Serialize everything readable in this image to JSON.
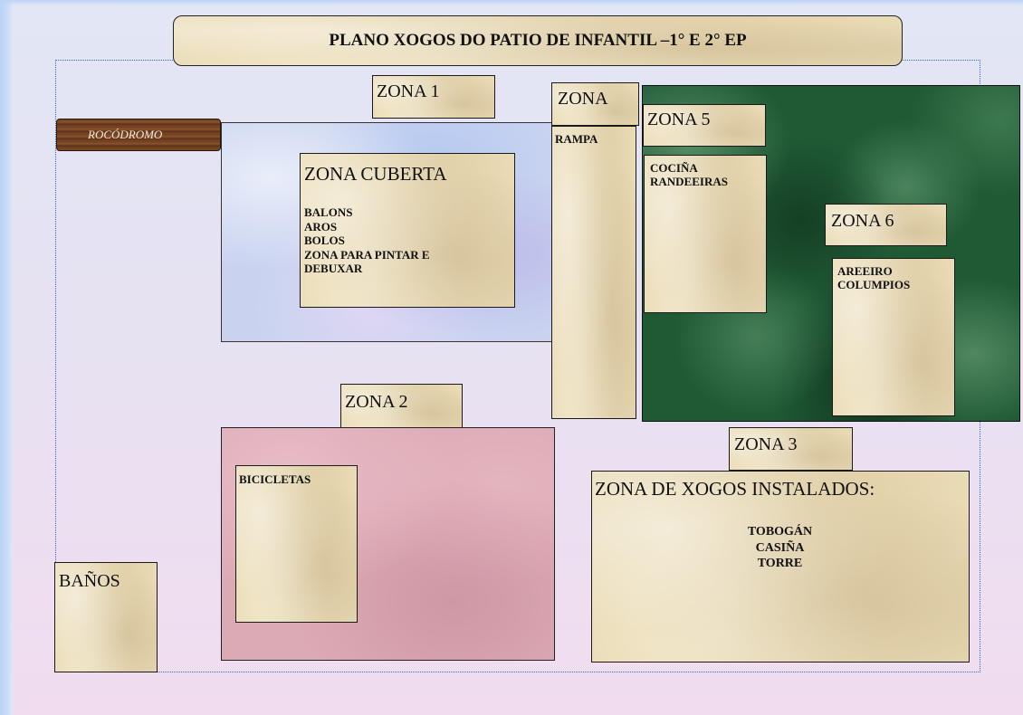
{
  "title": "PLANO XOGOS DO PATIO DE INFANTIL –1° E 2° EP",
  "rocodromo": "ROCÓDROMO",
  "zones": {
    "zona1": "ZONA 1",
    "zona_rampa_tab": "ZONA",
    "rampa": "RAMPA",
    "zona5": "ZONA 5",
    "zona6": "ZONA 6",
    "zona2": "ZONA 2",
    "zona3": "ZONA 3"
  },
  "cuberta": {
    "title": "ZONA CUBERTA",
    "items": [
      "BALONS",
      "AROS",
      "BOLOS",
      "ZONA PARA PINTAR E",
      "DEBUXAR"
    ]
  },
  "zona5_items": [
    "COCIÑA",
    "RANDEEIRAS"
  ],
  "zona6_items": [
    "AREEIRO",
    "COLUMPIOS"
  ],
  "zona2_items": [
    "BICICLETAS"
  ],
  "zona3": {
    "title": "ZONA DE XOGOS INSTALADOS:",
    "items": [
      "TOBOGÁN",
      "CASIÑA",
      "TORRE"
    ]
  },
  "banos": "BAÑOS",
  "colors": {
    "boundary": "#2a6fd0",
    "parchment": "#eadcb8",
    "covered_zone": "#c9d3f0",
    "bike_zone": "#dcaab5",
    "green_zone": "#1f5a35",
    "wood": "#6e3f1e"
  }
}
